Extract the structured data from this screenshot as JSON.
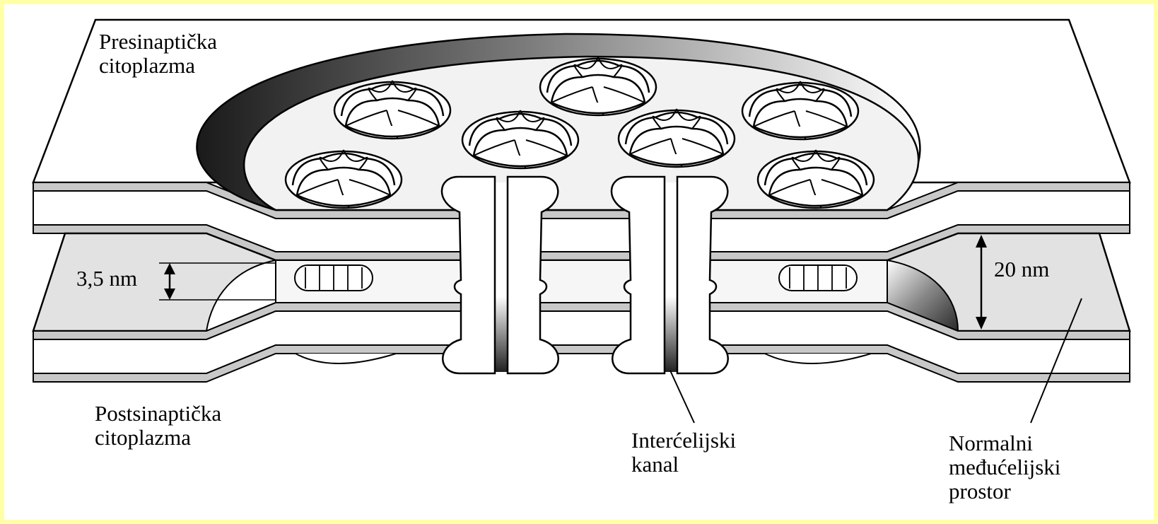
{
  "labels": {
    "presynaptic": [
      "Presinaptička",
      "citoplazma"
    ],
    "postsynaptic": [
      "Postsinaptička",
      "citoplazma"
    ],
    "channel": [
      "Interćelijski",
      "kanal"
    ],
    "normal_space": [
      "Normalni",
      "međućelijski",
      "prostor"
    ],
    "gap_width": "3,5 nm",
    "normal_width": "20 nm"
  },
  "colors": {
    "background": "#ffffa6",
    "frame": "#ffffff",
    "membrane": "#ffffff",
    "membrane_edge": "#c8c8c8",
    "extracellular": "#e2e2e2",
    "outline": "#000000"
  },
  "icons": [
    "connexon-icon",
    "double-arrow-icon",
    "leader-line"
  ]
}
